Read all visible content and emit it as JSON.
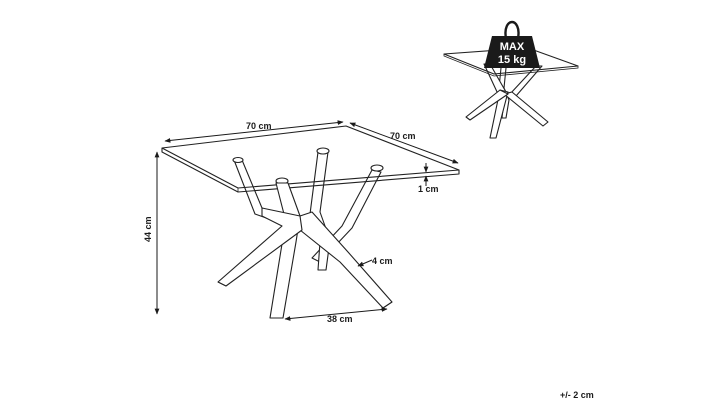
{
  "dimensions": {
    "width_label": "70 cm",
    "depth_label": "70 cm",
    "glass_label": "1 cm",
    "height_label": "44 cm",
    "leg_label": "4 cm",
    "base_label": "38 cm"
  },
  "load": {
    "line1": "MAX",
    "line2": "15 kg"
  },
  "tolerance": "+/- 2 cm",
  "colors": {
    "line": "#222222",
    "weight_fill": "#1a1a1a",
    "background": "#ffffff"
  }
}
